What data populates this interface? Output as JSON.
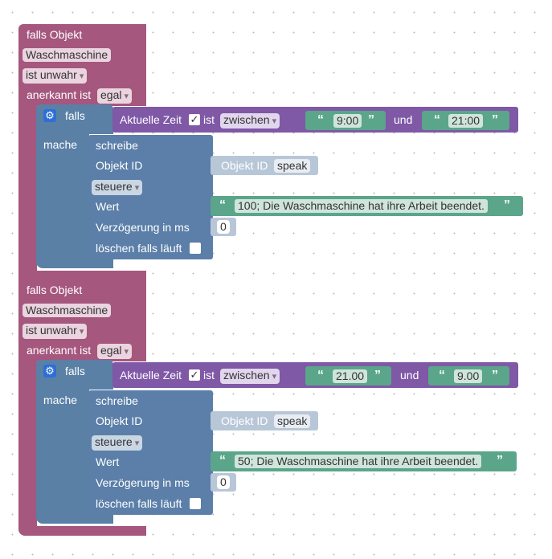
{
  "blocks": [
    {
      "trigger": {
        "falls_objekt": "falls Objekt",
        "object_name": "Waschmaschine",
        "condition": "ist unwahr",
        "anerkannt_ist": "anerkannt ist",
        "ack_value": "egal"
      },
      "if": {
        "falls": "falls",
        "mache": "mache"
      },
      "time": {
        "label": "Aktuelle Zeit",
        "checked": "✓",
        "ist": "ist",
        "op": "zwischen",
        "from": "9:00",
        "und": "und",
        "to": "21:00"
      },
      "write": {
        "schreibe": "schreibe",
        "objekt_id": "Objekt ID",
        "oid_placeholder": "Objekt ID",
        "oid_value": "speak",
        "mode": "steuere",
        "wert": "Wert",
        "wert_text": "100; Die Waschmaschine hat ihre Arbeit beendet.",
        "delay_label": "Verzögerung in ms",
        "delay_value": "0",
        "clear_label": "löschen falls läuft"
      }
    },
    {
      "trigger": {
        "falls_objekt": "falls Objekt",
        "object_name": "Waschmaschine",
        "condition": "ist unwahr",
        "anerkannt_ist": "anerkannt ist",
        "ack_value": "egal"
      },
      "if": {
        "falls": "falls",
        "mache": "mache"
      },
      "time": {
        "label": "Aktuelle Zeit",
        "checked": "✓",
        "ist": "ist",
        "op": "zwischen",
        "from": "21.00",
        "und": "und",
        "to": "9.00"
      },
      "write": {
        "schreibe": "schreibe",
        "objekt_id": "Objekt ID",
        "oid_placeholder": "Objekt ID",
        "oid_value": "speak",
        "mode": "steuere",
        "wert": "Wert",
        "wert_text": "50; Die Waschmaschine hat ihre Arbeit beendet.",
        "delay_label": "Verzögerung in ms",
        "delay_value": "0",
        "clear_label": "löschen falls läuft"
      }
    }
  ],
  "icons": {
    "gear": "gear-icon",
    "quote_open": "“",
    "quote_close": "”"
  },
  "colors": {
    "trigger": "#a5577e",
    "if_block": "#5a80a6",
    "write_block": "#5b7fa8",
    "time_block": "#7f58a6",
    "text_block": "#5ba58b",
    "value_block": "#b8c7d8"
  }
}
